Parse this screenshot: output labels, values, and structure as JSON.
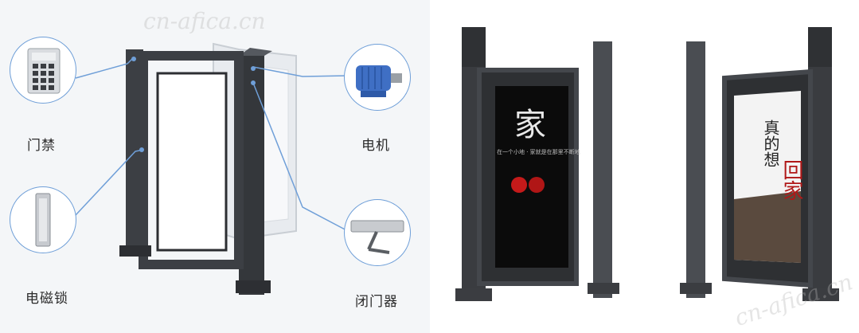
{
  "left": {
    "labels": {
      "access_control": "门禁",
      "motor": "电机",
      "magnetic_lock": "电磁锁",
      "door_closer": "闭门器"
    },
    "watermark": "cn-afica.cn"
  },
  "right": {
    "poster_left": {
      "big_char": "家",
      "caption": "在一个小地 · 家就是在那里不断地"
    },
    "poster_right": {
      "line1": "真的想",
      "line2": "回家"
    },
    "watermark": "cn-afica.cn"
  },
  "colors": {
    "frame": "#3c3f44",
    "callout_line": "#6f9fd8",
    "background_left": "#f4f6f8"
  }
}
